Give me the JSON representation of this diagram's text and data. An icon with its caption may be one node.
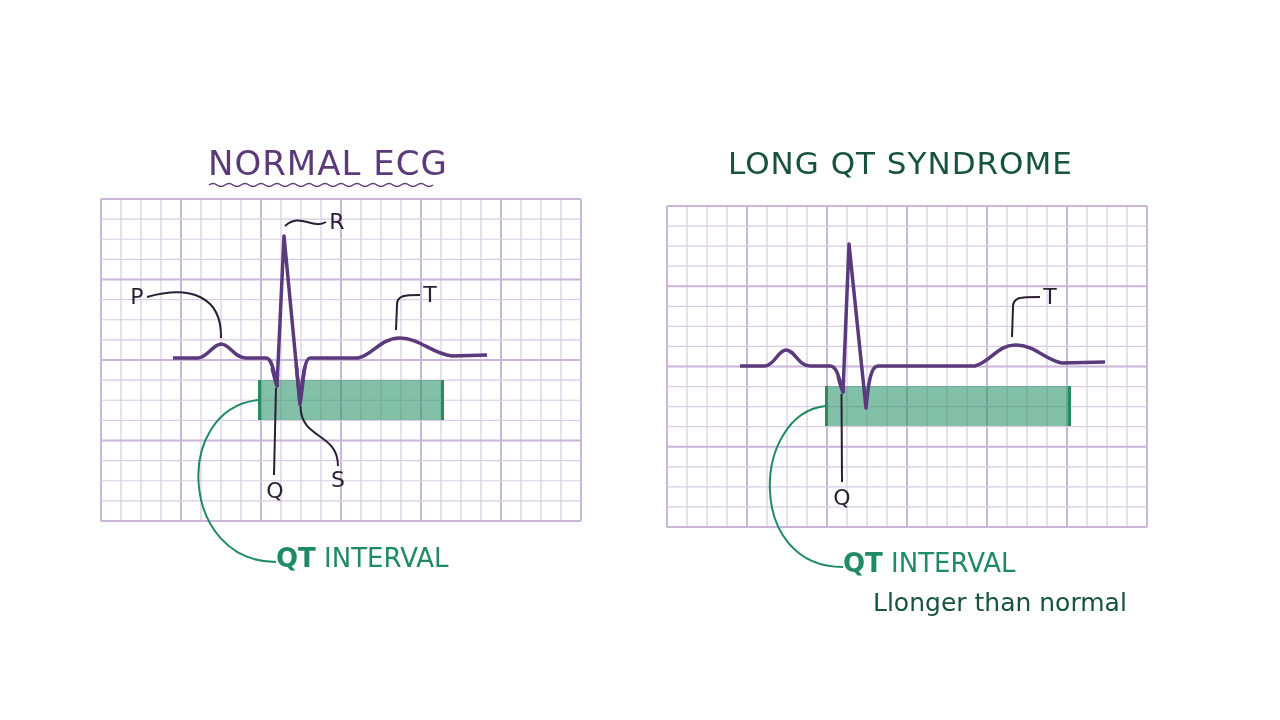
{
  "diagram": {
    "nodes": [
      {
        "text": [
          "NORMAL ECG"
        ]
      },
      {
        "text": [
          "P"
        ],
        "in": 0
      },
      {
        "text": [
          "R"
        ],
        "in": 0
      },
      {
        "text": [
          "T"
        ],
        "in": 0
      },
      {
        "text": [],
        "shape": "bar",
        "in": 0
      },
      {
        "text": [
          "Q"
        ],
        "in": 0
      },
      {
        "text": [
          "S"
        ],
        "in": 0
      },
      {
        "text": [
          "**QT** INTERVAL"
        ]
      },
      {
        "text": [
          "LONG QT SYNDROME"
        ]
      },
      {
        "text": [
          "T"
        ],
        "in": 8
      },
      {
        "text": [],
        "shape": "bar",
        "in": 8
      },
      {
        "text": [
          "Q"
        ],
        "in": 8
      },
      {
        "text": [
          "**QT** INTERVAL",
          "Llonger than normal"
        ]
      },
      {
        "text": [],
        "shape": "curve",
        "in": 0
      },
      {
        "text": [],
        "shape": "curve",
        "in": 0
      },
      {
        "text": [],
        "shape": "curve",
        "in": 8
      }
    ],
    "edges": [
      {
        "from": 1,
        "to": null,
        "arrow": "none"
      },
      {
        "from": 2,
        "to": null,
        "arrow": "none"
      },
      {
        "from": 3,
        "to": null,
        "arrow": "none"
      },
      {
        "from": 5,
        "to": 13,
        "arrow": "none"
      },
      {
        "from": 6,
        "to": 14,
        "arrow": "none"
      },
      {
        "from": 7,
        "to": 4,
        "arrow": "none",
        "color": "#1f8a63"
      },
      {
        "from": 9,
        "to": null,
        "arrow": "none"
      },
      {
        "from": 11,
        "to": 15,
        "arrow": "none"
      },
      {
        "from": 12,
        "to": 10,
        "arrow": "none",
        "color": "#1f8a63"
      }
    ]
  }
}
